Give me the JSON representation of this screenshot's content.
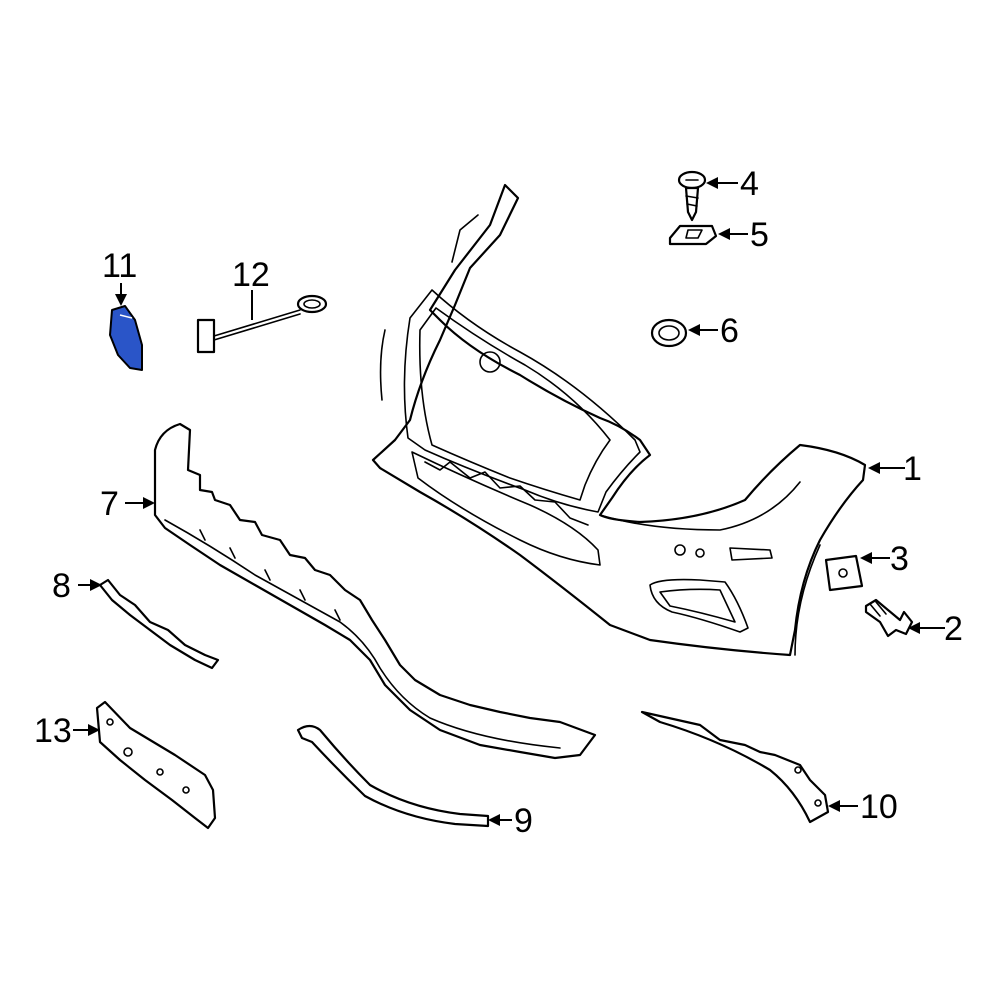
{
  "diagram": {
    "highlight_color": "#2a55c8",
    "line_color": "#000000",
    "background": "#ffffff",
    "callouts": [
      {
        "id": "1",
        "label": "1",
        "part": "bumper-cover"
      },
      {
        "id": "2",
        "label": "2",
        "part": "bolt"
      },
      {
        "id": "3",
        "label": "3",
        "part": "clip-nut"
      },
      {
        "id": "4",
        "label": "4",
        "part": "screw"
      },
      {
        "id": "5",
        "label": "5",
        "part": "bracket-clip"
      },
      {
        "id": "6",
        "label": "6",
        "part": "grommet-ring"
      },
      {
        "id": "7",
        "label": "7",
        "part": "lower-spoiler"
      },
      {
        "id": "8",
        "label": "8",
        "part": "left-trim-strip"
      },
      {
        "id": "9",
        "label": "9",
        "part": "center-trim-molding"
      },
      {
        "id": "10",
        "label": "10",
        "part": "right-trim-strip"
      },
      {
        "id": "11",
        "label": "11",
        "part": "tow-hook-cover"
      },
      {
        "id": "12",
        "label": "12",
        "part": "tow-eye-cable"
      },
      {
        "id": "13",
        "label": "13",
        "part": "license-plate-bracket"
      }
    ]
  }
}
